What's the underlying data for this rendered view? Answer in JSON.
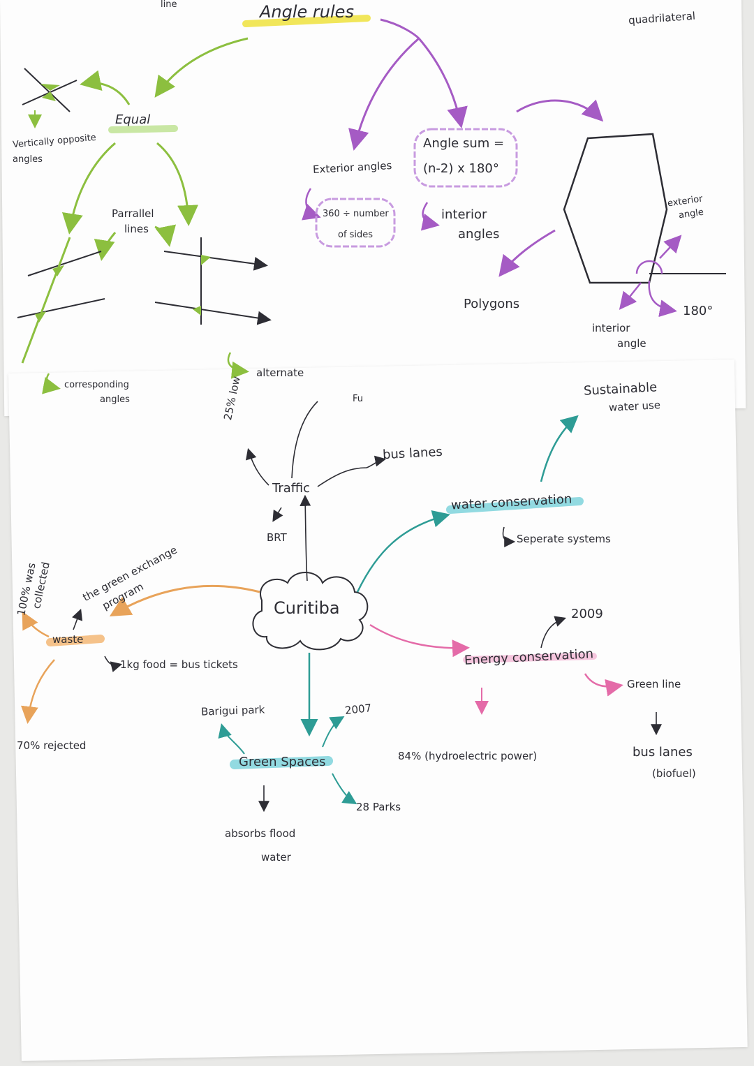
{
  "colors": {
    "green": "#8cbf3f",
    "purple": "#a55bc4",
    "teal": "#2e9c95",
    "pink": "#e46ba8",
    "orange": "#e8a35a",
    "ink": "#2d2d34",
    "yellow_hl": "#f1e65a",
    "green_hl": "#c9e7a4",
    "teal_hl": "#7fd3dc",
    "orange_hl": "#f5c28a"
  },
  "top_sheet": {
    "fragment_line": "line",
    "title": "Angle rules",
    "fragment_quadrilateral": "quadrilateral",
    "equal": "Equal",
    "vertically_opposite": [
      "Vertically opposite",
      "angles"
    ],
    "parallel_lines": [
      "Parrallel",
      "lines"
    ],
    "corresponding": [
      "corresponding",
      "angles"
    ],
    "alternate": "alternate",
    "exterior_angles": "Exterior angles",
    "exterior_formula": [
      "360 ÷ number",
      "of sides"
    ],
    "angle_sum": [
      "Angle sum =",
      "(n-2) x 180°"
    ],
    "interior_angles": [
      "interior",
      "angles"
    ],
    "polygons": "Polygons",
    "exterior_angle": [
      "exterior",
      "angle"
    ],
    "interior_angle": [
      "interior",
      "angle"
    ],
    "deg_180": "180°"
  },
  "bottom_sheet": {
    "center": "Curitiba",
    "fragment_top": "25% low",
    "fragment_fu": "Fu",
    "traffic": "Traffic",
    "brt": "BRT",
    "bus_lanes_top": "bus lanes",
    "water_conservation": "water conservation",
    "sustainable": [
      "Sustainable",
      "water use"
    ],
    "separate_systems": "Seperate systems",
    "energy_conservation": "Energy conservation",
    "year_2009": "2009",
    "green_line": "Green line",
    "bus_lanes_biofuel": [
      "bus lanes",
      "(biofuel)"
    ],
    "hydro": "84% (hydroelectric power)",
    "green_spaces": "Green Spaces",
    "barigui": "Barigui park",
    "year_2007": "2007",
    "parks": "28 Parks",
    "absorbs": [
      "absorbs flood",
      "water"
    ],
    "waste": "waste",
    "green_exchange": [
      "the green exchange",
      "program"
    ],
    "collected": [
      "100% was",
      "collected"
    ],
    "food_tickets": "1kg food = bus tickets",
    "rejected": "70% rejected"
  }
}
